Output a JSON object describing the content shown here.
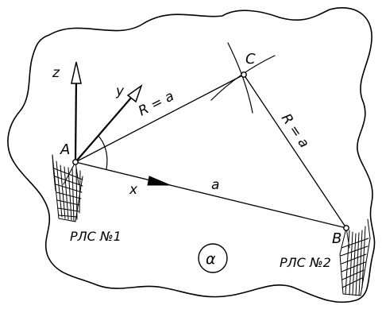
{
  "labels": {
    "point_a": "A",
    "point_b": "B",
    "point_c": "C",
    "axis_x": "x",
    "axis_y": "y",
    "axis_z": "z",
    "side_ac": "R = a",
    "side_cb": "R = a",
    "side_ab": "a",
    "station_1": "РЛС №1",
    "station_2": "РЛС №2",
    "plane": "α"
  },
  "colors": {
    "ink": "#000000",
    "paper": "#ffffff"
  }
}
